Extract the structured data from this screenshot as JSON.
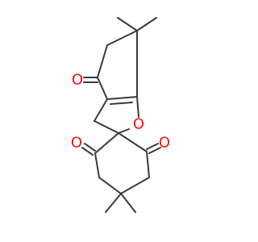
{
  "molecule": {
    "atom_labels": {
      "ketone_oxygen_upper": "O",
      "ring_oxygen": "O",
      "ketone_oxygen_left": "O",
      "ketone_oxygen_right": "O"
    },
    "colors": {
      "bond": "#3a3a3a",
      "oxygen": "#ff0d0d",
      "background": "#ffffff"
    }
  }
}
